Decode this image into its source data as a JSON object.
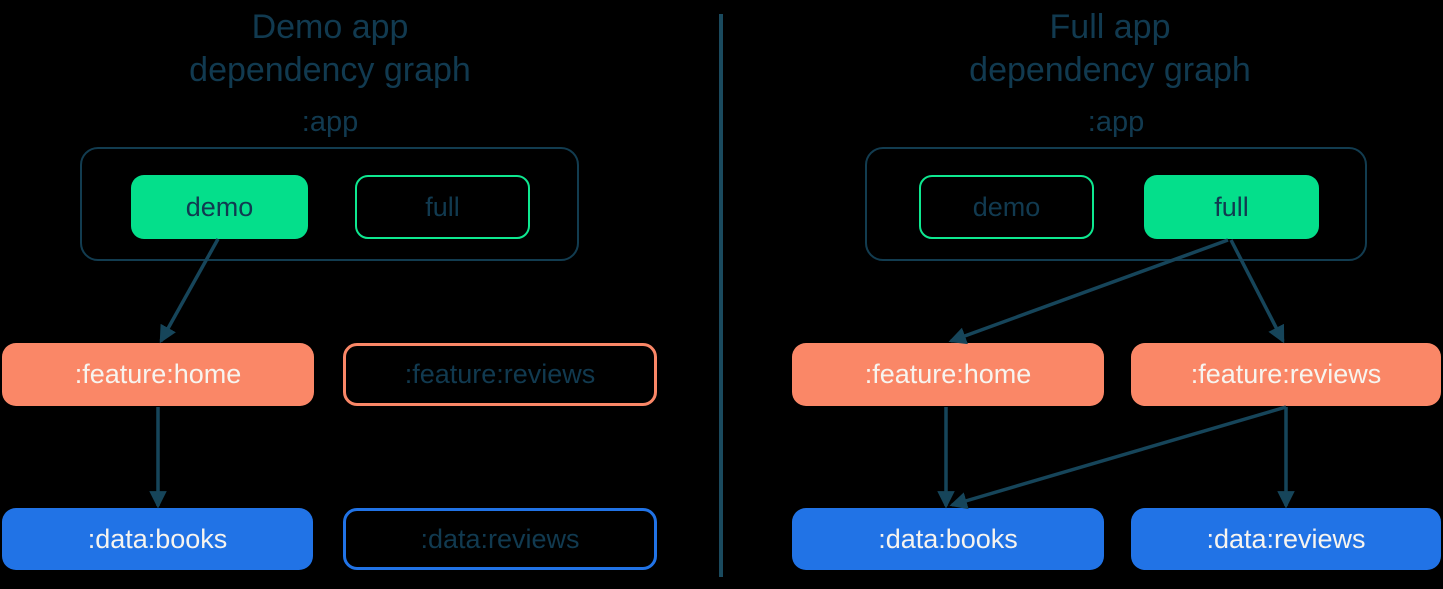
{
  "colors": {
    "background": "#000000",
    "ink": "#113A50",
    "arrow": "#16455A",
    "divider": "#1A4A5E",
    "green_fill": "#04DF8B",
    "green_border": "#0EE890",
    "orange": "#FA8767",
    "blue": "#2173E6",
    "light_text": "#F7F4EF"
  },
  "panels": [
    {
      "title_line1": "Demo app",
      "title_line2": "dependency graph",
      "app_label": ":app",
      "variant_demo": "demo",
      "variant_full": "full",
      "active_variant": "demo",
      "feature_home": ":feature:home",
      "feature_reviews": ":feature:reviews",
      "data_books": ":data:books",
      "data_reviews": ":data:reviews",
      "edges": [
        "demo -> :feature:home",
        ":feature:home -> :data:books"
      ]
    },
    {
      "title_line1": "Full app",
      "title_line2": "dependency graph",
      "app_label": ":app",
      "variant_demo": "demo",
      "variant_full": "full",
      "active_variant": "full",
      "feature_home": ":feature:home",
      "feature_reviews": ":feature:reviews",
      "data_books": ":data:books",
      "data_reviews": ":data:reviews",
      "edges": [
        "full -> :feature:home",
        "full -> :feature:reviews",
        ":feature:home -> :data:books",
        ":feature:reviews -> :data:books",
        ":feature:reviews -> :data:reviews"
      ]
    }
  ]
}
